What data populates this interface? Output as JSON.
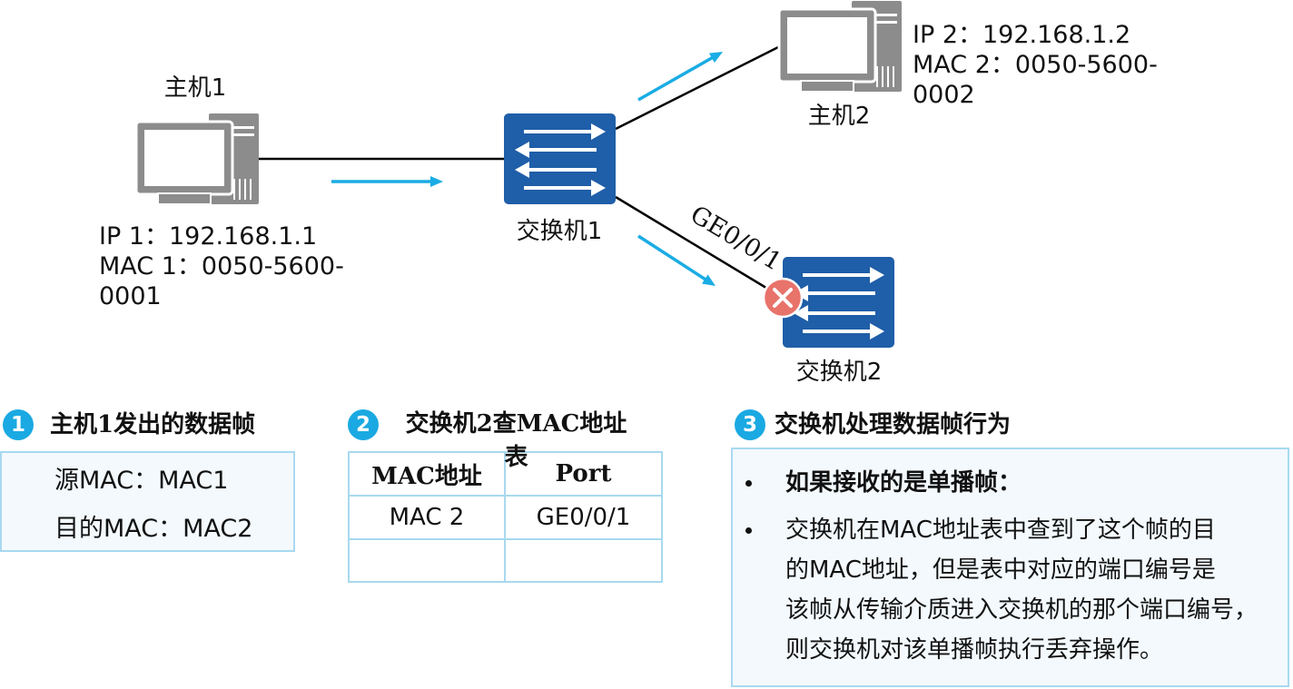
{
  "diagram": {
    "hosts": [
      {
        "label": "主机1",
        "icon": "desktop-computer-icon",
        "info_lines": [
          "IP 1：192.168.1.1",
          "MAC 1：0050-5600-",
          "0001"
        ]
      },
      {
        "label": "主机2",
        "icon": "desktop-computer-icon",
        "info_lines": [
          "IP 2：192.168.1.2",
          "MAC 2：0050-5600-",
          "0002"
        ]
      }
    ],
    "switches": [
      {
        "label": "交换机1",
        "icon": "switch-icon"
      },
      {
        "label": "交换机2",
        "icon": "switch-icon"
      }
    ],
    "port_label": "GE0/0/1",
    "blocked_icon": "red-x-icon",
    "flow_icon": "blue-arrow-icon"
  },
  "section1": {
    "number": "1",
    "title": "主机1发出的数据帧",
    "lines": [
      "源MAC：MAC1",
      "目的MAC：MAC2"
    ]
  },
  "section2": {
    "number": "2",
    "title_lines": [
      "交换机2查MAC地址",
      "表"
    ],
    "table": {
      "headers": [
        "MAC地址",
        "Port"
      ],
      "rows": [
        [
          "MAC 2",
          "GE0/0/1"
        ],
        [
          "",
          ""
        ]
      ]
    }
  },
  "section3": {
    "number": "3",
    "title": "交换机处理数据帧行为",
    "bullets": [
      {
        "text": "如果接收的是单播帧："
      },
      {
        "lines": [
          "交换机在MAC地址表中查到了这个帧的目",
          "的MAC地址，但是表中对应的端口编号是",
          "该帧从传输介质进入交换机的那个端口编号，",
          "则交换机对该单播帧执行丢弃操作。"
        ]
      }
    ]
  },
  "colors": {
    "switch": "#1f5ea8",
    "flow_arrow": "#1aace4",
    "host": "#8c8c8c",
    "blocked": "#e8736b",
    "panel_fill": "#f3f9fd",
    "panel_border": "#a8d9ef",
    "badge": "#1aa9e2"
  }
}
